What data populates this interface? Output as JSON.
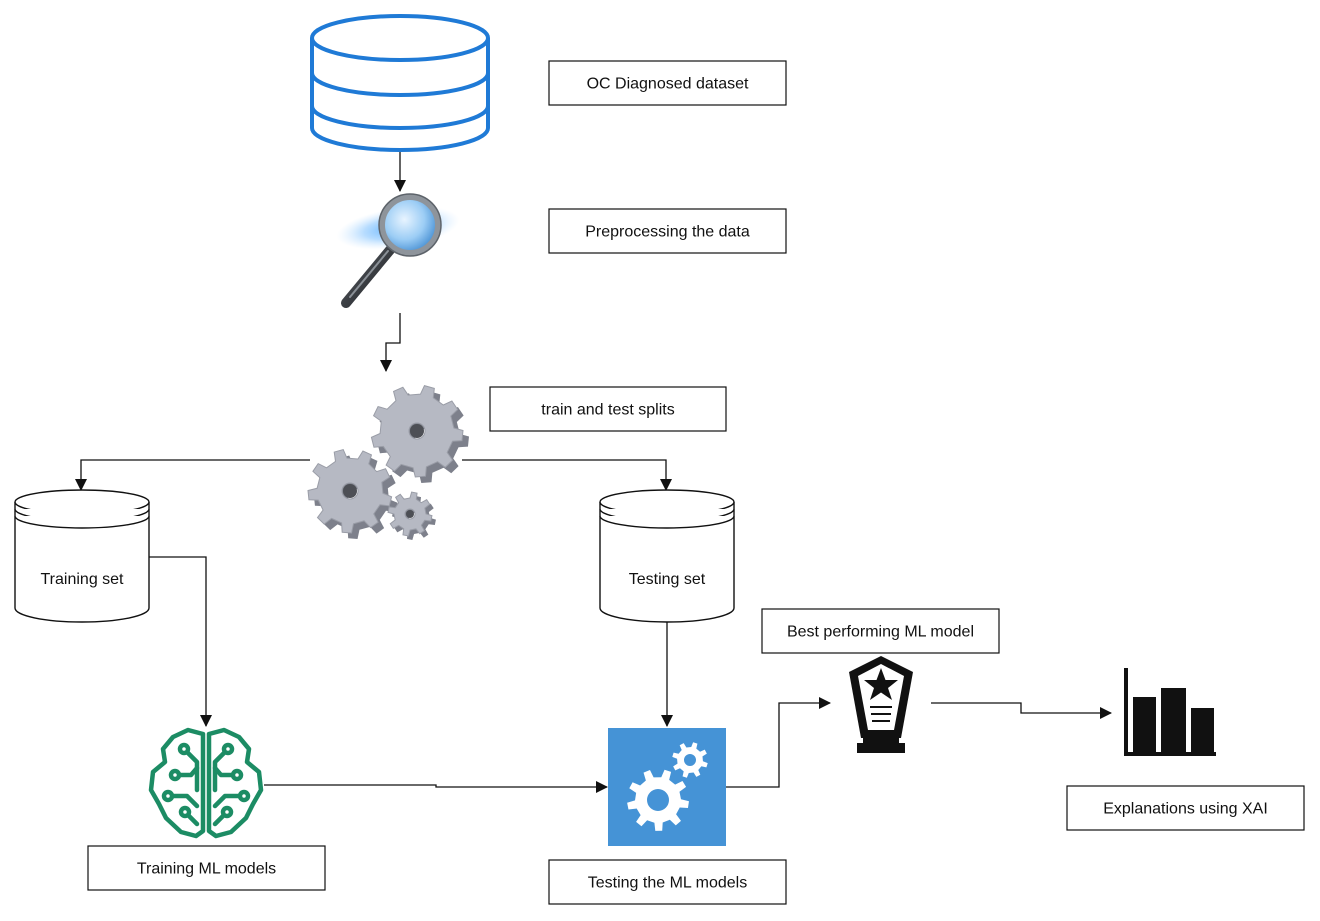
{
  "labels": {
    "dataset": "OC Diagnosed dataset",
    "preprocessing": "Preprocessing the data",
    "splits": "train and test splits",
    "training_set": "Training set",
    "testing_set": "Testing set",
    "training_models": "Training ML models",
    "testing_models": "Testing the ML models",
    "best_model": "Best performing ML model",
    "xai": "Explanations using XAI"
  },
  "icons": {
    "dataset": "database-icon",
    "preprocessing": "magnifier-icon",
    "splits": "gears-icon",
    "training_models": "brain-circuit-icon",
    "testing_models": "settings-gears-icon",
    "best_model": "trophy-icon",
    "xai": "bar-chart-icon"
  },
  "colors": {
    "database": "#1f7ad6",
    "brain": "#1c8c64",
    "testing_tile": "#4593d6",
    "gear_light": "#b6b9c3",
    "gear_dark": "#7d808b"
  }
}
